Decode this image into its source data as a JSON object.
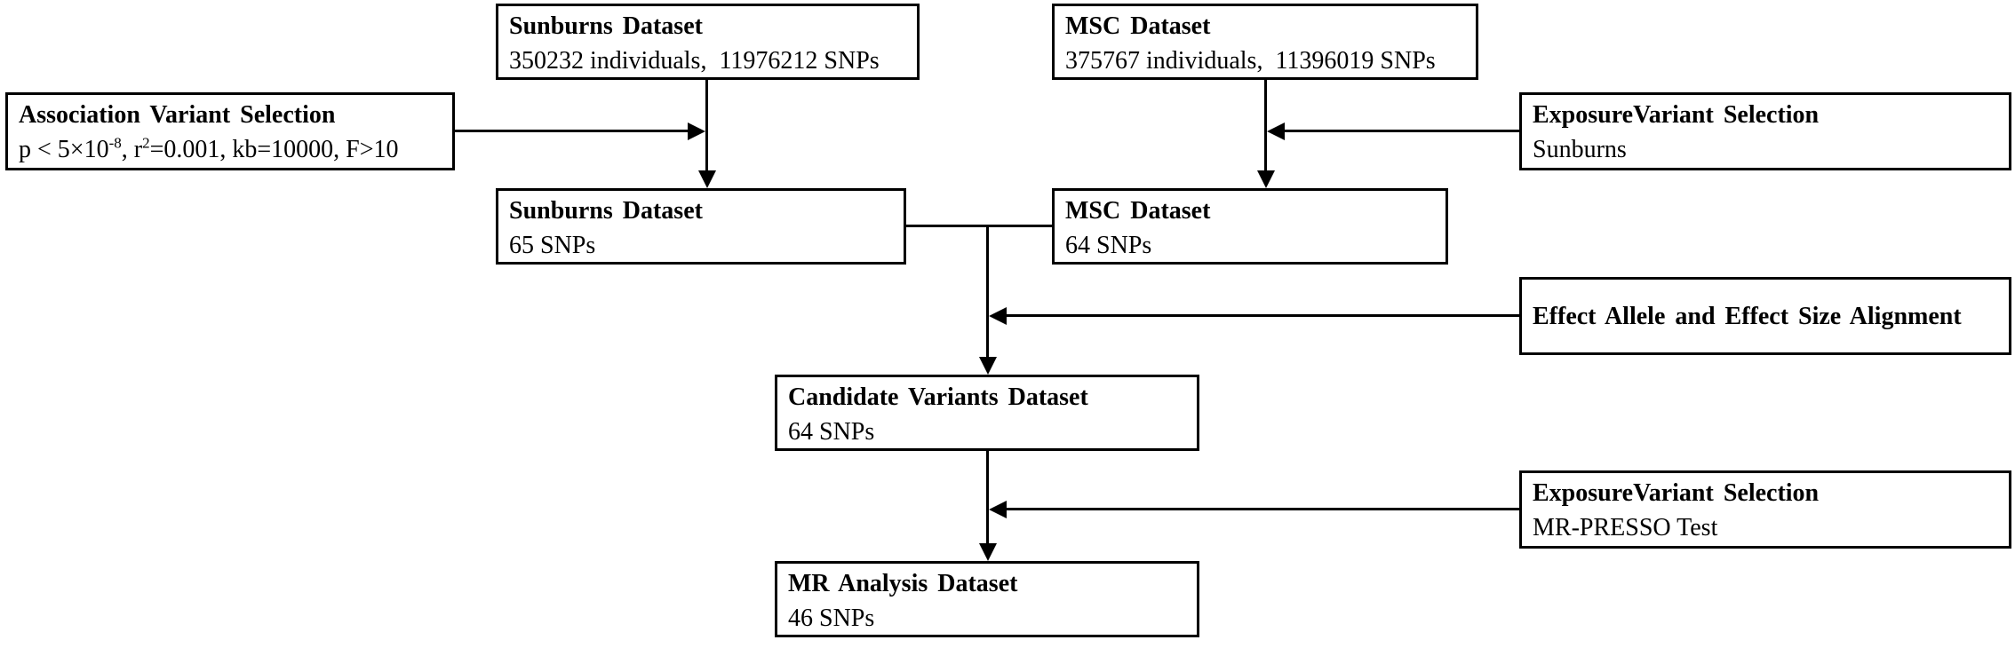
{
  "figure": {
    "type": "flowchart",
    "background_color": "#ffffff",
    "line_color": "#000000"
  },
  "boxes": {
    "sunburns_raw": {
      "title": "Sunburns Dataset",
      "line2": "350232 individuals,  11976212 SNPs"
    },
    "msc_raw": {
      "title": "MSC Dataset",
      "line2": "375767 individuals,  11396019 SNPs"
    },
    "association_selection": {
      "title": "Association Variant Selection",
      "line2_parts": {
        "p1": "p < 5×10",
        "sup1": "-8",
        "p2": ", r",
        "sup2": "2",
        "p3": "=0.001, kb=10000, F>10"
      }
    },
    "exposure_selection_sunburns": {
      "title": "ExposureVariant Selection",
      "line2": "Sunburns"
    },
    "sunburns_filtered": {
      "title": "Sunburns Dataset",
      "line2": "65 SNPs"
    },
    "msc_filtered": {
      "title": "MSC Dataset",
      "line2": "64 SNPs"
    },
    "effect_alignment": {
      "title": "Effect Allele and Effect Size Alignment"
    },
    "candidate_variants": {
      "title": "Candidate Variants Dataset",
      "line2": "64 SNPs"
    },
    "exposure_selection_presso": {
      "title": "ExposureVariant Selection",
      "line2": "MR-PRESSO Test"
    },
    "mr_analysis": {
      "title": "MR Analysis Dataset",
      "line2": "46 SNPs"
    }
  }
}
